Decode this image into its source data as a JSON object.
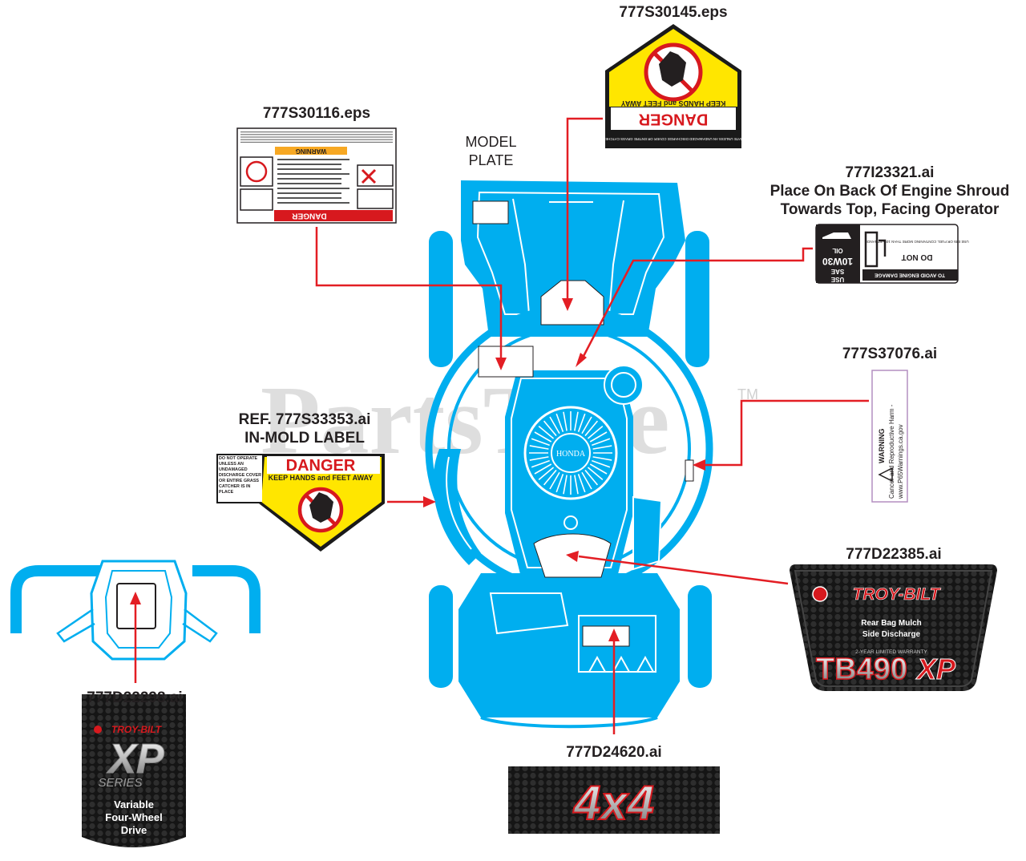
{
  "parts": {
    "p1": "777S30145.eps",
    "p2": "777S30116.eps",
    "p3_line1": "777I23321.ai",
    "p3_line2": "Place On Back Of Engine Shroud",
    "p3_line3": "Towards Top, Facing Operator",
    "p4": "777S37076.ai",
    "p5_line1": "REF. 777S33353.ai",
    "p5_line2": "IN-MOLD LABEL",
    "p6": "777D22385.ai",
    "p7": "777D22298.ai",
    "p8": "777D24620.ai"
  },
  "model_plate": {
    "line1": "MODEL",
    "line2": "PLATE"
  },
  "watermark": {
    "text": "PartsTree",
    "tm": "TM"
  },
  "engine_brand": "HONDA",
  "decals": {
    "danger_word": "DANGER",
    "keep_hands": "KEEP HANDS and FEET AWAY",
    "do_not_operate": "DO NOT OPERATE UNLESS AN UNDAMAGED DISCHARGE COVER OR ENTIRE GRASS CATCHER IS IN PLACE",
    "warning_word": "WARNING",
    "prop65_line1": "Cancer and Reproductive Harm -",
    "prop65_line2": "www.P65Warnings.ca.gov",
    "oil_use": "USE",
    "oil_sae": "SAE",
    "oil_grade": "10W30",
    "oil_word": "OIL",
    "fuel_do_not": "DO NOT",
    "fuel_text": "USE E85 OR FUEL CONTAINING MORE THAN 10% ETHANOL",
    "engine_damage": "TO AVOID ENGINE DAMAGE",
    "brand": "TROY-BILT",
    "modes": "Rear Bag  Mulch",
    "modes2": "Side Discharge",
    "warranty": "2-YEAR LIMITED WARRANTY",
    "model": "TB490",
    "model_suffix": "XP",
    "series_xp": "XP",
    "series_word": "SERIES",
    "vfwd_1": "Variable",
    "vfwd_2": "Four-Wheel",
    "vfwd_3": "Drive",
    "fourx4": "4x4"
  },
  "colors": {
    "mower_blue": "#00aeef",
    "arrow_red": "#e31e24",
    "danger_yellow": "#ffe600",
    "danger_red": "#d7191e",
    "dark_badge": "#1c1c1c",
    "purple_border": "#b48fc1"
  }
}
